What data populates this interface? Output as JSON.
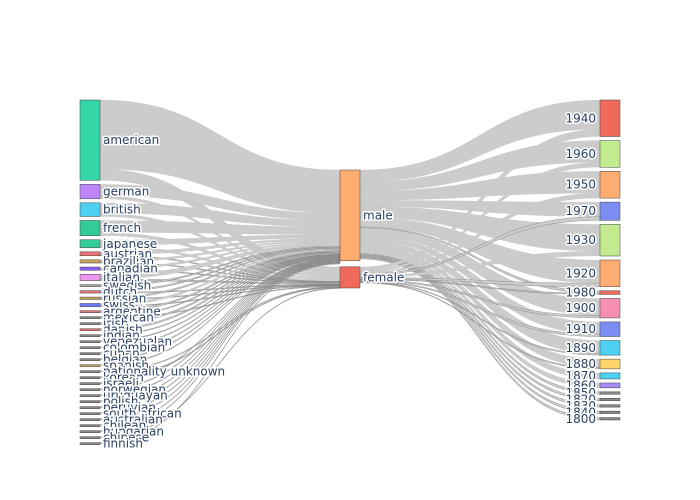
{
  "chart_data": {
    "type": "sankey",
    "link_color": "#cccccc",
    "columns": [
      {
        "align": "left",
        "nodes": [
          {
            "label": "american",
            "value": 100,
            "color": "#33d6a6"
          },
          {
            "label": "german",
            "value": 18,
            "color": "#c084fc"
          },
          {
            "label": "british",
            "value": 17,
            "color": "#4dd0f2"
          },
          {
            "label": "french",
            "value": 19,
            "color": "#33cc99"
          },
          {
            "label": "japanese",
            "value": 10,
            "color": "#33cc99"
          },
          {
            "label": "austrian",
            "value": 5,
            "color": "#e57373"
          },
          {
            "label": "brazilian",
            "value": 4,
            "color": "#c5a35c"
          },
          {
            "label": "canadian",
            "value": 4,
            "color": "#8b5cf6"
          },
          {
            "label": "italian",
            "value": 8,
            "color": "#ee99ee"
          },
          {
            "label": "swedish",
            "value": 2,
            "color": "#aaaaaa"
          },
          {
            "label": "dutch",
            "value": 3,
            "color": "#e57373"
          },
          {
            "label": "russian",
            "value": 3,
            "color": "#c5a35c"
          },
          {
            "label": "swiss",
            "value": 4,
            "color": "#6b7cff"
          },
          {
            "label": "argentine",
            "value": 2,
            "color": "#e57373"
          },
          {
            "label": "mexican",
            "value": 2,
            "color": "#888888"
          },
          {
            "label": "irish",
            "value": 2,
            "color": "#888888"
          },
          {
            "label": "danish",
            "value": 2,
            "color": "#e57373"
          },
          {
            "label": "indian",
            "value": 1,
            "color": "#888888"
          },
          {
            "label": "venezuelan",
            "value": 1,
            "color": "#888888"
          },
          {
            "label": "colombian",
            "value": 1,
            "color": "#888888"
          },
          {
            "label": "cuban",
            "value": 1,
            "color": "#888888"
          },
          {
            "label": "belgian",
            "value": 1,
            "color": "#888888"
          },
          {
            "label": "spanish",
            "value": 1,
            "color": "#c5a35c"
          },
          {
            "label": "nationality unknown",
            "value": 1,
            "color": "#888888"
          },
          {
            "label": "korean",
            "value": 1,
            "color": "#888888"
          },
          {
            "label": "israeli",
            "value": 1,
            "color": "#888888"
          },
          {
            "label": "norwegian",
            "value": 1,
            "color": "#888888"
          },
          {
            "label": "uruguayan",
            "value": 1,
            "color": "#888888"
          },
          {
            "label": "polish",
            "value": 1,
            "color": "#888888"
          },
          {
            "label": "peruvian",
            "value": 1,
            "color": "#888888"
          },
          {
            "label": "south african",
            "value": 1,
            "color": "#888888"
          },
          {
            "label": "australian",
            "value": 1,
            "color": "#888888"
          },
          {
            "label": "chilean",
            "value": 1,
            "color": "#888888"
          },
          {
            "label": "hungarian",
            "value": 1,
            "color": "#888888"
          },
          {
            "label": "chinese",
            "value": 1,
            "color": "#888888"
          },
          {
            "label": "finnish",
            "value": 1,
            "color": "#888888"
          }
        ]
      },
      {
        "align": "right",
        "nodes": [
          {
            "label": "male",
            "value": 180,
            "color": "#ffad70"
          },
          {
            "label": "female",
            "value": 42,
            "color": "#ef6a5a"
          }
        ]
      },
      {
        "align": "left-of-bar",
        "nodes": [
          {
            "label": "1940",
            "value": 30,
            "color": "#ef6a5a"
          },
          {
            "label": "1960",
            "value": 22,
            "color": "#c2ec8f"
          },
          {
            "label": "1950",
            "value": 22,
            "color": "#ffad70"
          },
          {
            "label": "1970",
            "value": 15,
            "color": "#7b8cf2"
          },
          {
            "label": "1930",
            "value": 26,
            "color": "#c2ec8f"
          },
          {
            "label": "1920",
            "value": 22,
            "color": "#ffad70"
          },
          {
            "label": "1980",
            "value": 3,
            "color": "#ef6a5a"
          },
          {
            "label": "1900",
            "value": 16,
            "color": "#f78fb3"
          },
          {
            "label": "1910",
            "value": 12,
            "color": "#7b8cf2"
          },
          {
            "label": "1890",
            "value": 12,
            "color": "#4dd0f2"
          },
          {
            "label": "1880",
            "value": 8,
            "color": "#ffd56a"
          },
          {
            "label": "1870",
            "value": 5,
            "color": "#4dd0f2"
          },
          {
            "label": "1860",
            "value": 4,
            "color": "#a78bfa"
          },
          {
            "label": "1850",
            "value": 2,
            "color": "#888888"
          },
          {
            "label": "1820",
            "value": 2,
            "color": "#888888"
          },
          {
            "label": "1830",
            "value": 2,
            "color": "#888888"
          },
          {
            "label": "1840",
            "value": 2,
            "color": "#888888"
          },
          {
            "label": "1800",
            "value": 2,
            "color": "#888888"
          }
        ]
      }
    ],
    "links": [
      {
        "source": "american",
        "target": "male",
        "value": 86
      },
      {
        "source": "american",
        "target": "female",
        "value": 14
      },
      {
        "source": "german",
        "target": "male",
        "value": 14
      },
      {
        "source": "german",
        "target": "female",
        "value": 4
      },
      {
        "source": "british",
        "target": "male",
        "value": 13
      },
      {
        "source": "british",
        "target": "female",
        "value": 4
      },
      {
        "source": "french",
        "target": "male",
        "value": 15
      },
      {
        "source": "french",
        "target": "female",
        "value": 4
      },
      {
        "source": "japanese",
        "target": "male",
        "value": 7
      },
      {
        "source": "japanese",
        "target": "female",
        "value": 3
      },
      {
        "source": "austrian",
        "target": "male",
        "value": 4
      },
      {
        "source": "austrian",
        "target": "female",
        "value": 1
      },
      {
        "source": "brazilian",
        "target": "male",
        "value": 3
      },
      {
        "source": "brazilian",
        "target": "female",
        "value": 1
      },
      {
        "source": "canadian",
        "target": "male",
        "value": 3
      },
      {
        "source": "canadian",
        "target": "female",
        "value": 1
      },
      {
        "source": "italian",
        "target": "male",
        "value": 6
      },
      {
        "source": "italian",
        "target": "female",
        "value": 2
      },
      {
        "source": "swedish",
        "target": "male",
        "value": 2
      },
      {
        "source": "dutch",
        "target": "male",
        "value": 2
      },
      {
        "source": "dutch",
        "target": "female",
        "value": 1
      },
      {
        "source": "russian",
        "target": "male",
        "value": 2
      },
      {
        "source": "russian",
        "target": "female",
        "value": 1
      },
      {
        "source": "swiss",
        "target": "male",
        "value": 3
      },
      {
        "source": "swiss",
        "target": "female",
        "value": 1
      },
      {
        "source": "argentine",
        "target": "male",
        "value": 2
      },
      {
        "source": "mexican",
        "target": "male",
        "value": 1
      },
      {
        "source": "mexican",
        "target": "female",
        "value": 1
      },
      {
        "source": "irish",
        "target": "male",
        "value": 2
      },
      {
        "source": "danish",
        "target": "male",
        "value": 2
      },
      {
        "source": "indian",
        "target": "male",
        "value": 1
      },
      {
        "source": "venezuelan",
        "target": "male",
        "value": 1
      },
      {
        "source": "colombian",
        "target": "male",
        "value": 1
      },
      {
        "source": "cuban",
        "target": "male",
        "value": 1
      },
      {
        "source": "belgian",
        "target": "male",
        "value": 1
      },
      {
        "source": "spanish",
        "target": "male",
        "value": 1
      },
      {
        "source": "nationality unknown",
        "target": "female",
        "value": 1
      },
      {
        "source": "korean",
        "target": "female",
        "value": 1
      },
      {
        "source": "israeli",
        "target": "male",
        "value": 1
      },
      {
        "source": "norwegian",
        "target": "male",
        "value": 1
      },
      {
        "source": "uruguayan",
        "target": "male",
        "value": 1
      },
      {
        "source": "polish",
        "target": "male",
        "value": 1
      },
      {
        "source": "peruvian",
        "target": "male",
        "value": 1
      },
      {
        "source": "south african",
        "target": "male",
        "value": 1
      },
      {
        "source": "australian",
        "target": "male",
        "value": 1
      },
      {
        "source": "chilean",
        "target": "male",
        "value": 1
      },
      {
        "source": "hungarian",
        "target": "male",
        "value": 1
      },
      {
        "source": "chinese",
        "target": "female",
        "value": 1
      },
      {
        "source": "finnish",
        "target": "male",
        "value": 1
      },
      {
        "source": "male",
        "target": "1940",
        "value": 24
      },
      {
        "source": "male",
        "target": "1960",
        "value": 18
      },
      {
        "source": "male",
        "target": "1950",
        "value": 18
      },
      {
        "source": "male",
        "target": "1970",
        "value": 12
      },
      {
        "source": "male",
        "target": "1930",
        "value": 22
      },
      {
        "source": "male",
        "target": "1920",
        "value": 19
      },
      {
        "source": "male",
        "target": "1980",
        "value": 2
      },
      {
        "source": "male",
        "target": "1900",
        "value": 14
      },
      {
        "source": "male",
        "target": "1910",
        "value": 10
      },
      {
        "source": "male",
        "target": "1890",
        "value": 11
      },
      {
        "source": "male",
        "target": "1880",
        "value": 7
      },
      {
        "source": "male",
        "target": "1870",
        "value": 5
      },
      {
        "source": "male",
        "target": "1860",
        "value": 4
      },
      {
        "source": "male",
        "target": "1850",
        "value": 2
      },
      {
        "source": "male",
        "target": "1820",
        "value": 2
      },
      {
        "source": "male",
        "target": "1830",
        "value": 2
      },
      {
        "source": "male",
        "target": "1840",
        "value": 2
      },
      {
        "source": "male",
        "target": "1800",
        "value": 2
      },
      {
        "source": "female",
        "target": "1940",
        "value": 6
      },
      {
        "source": "female",
        "target": "1960",
        "value": 4
      },
      {
        "source": "female",
        "target": "1950",
        "value": 4
      },
      {
        "source": "female",
        "target": "1970",
        "value": 3
      },
      {
        "source": "female",
        "target": "1930",
        "value": 4
      },
      {
        "source": "female",
        "target": "1920",
        "value": 3
      },
      {
        "source": "female",
        "target": "1980",
        "value": 1
      },
      {
        "source": "female",
        "target": "1900",
        "value": 2
      },
      {
        "source": "female",
        "target": "1910",
        "value": 2
      },
      {
        "source": "female",
        "target": "1890",
        "value": 1
      },
      {
        "source": "female",
        "target": "1880",
        "value": 1
      }
    ]
  }
}
